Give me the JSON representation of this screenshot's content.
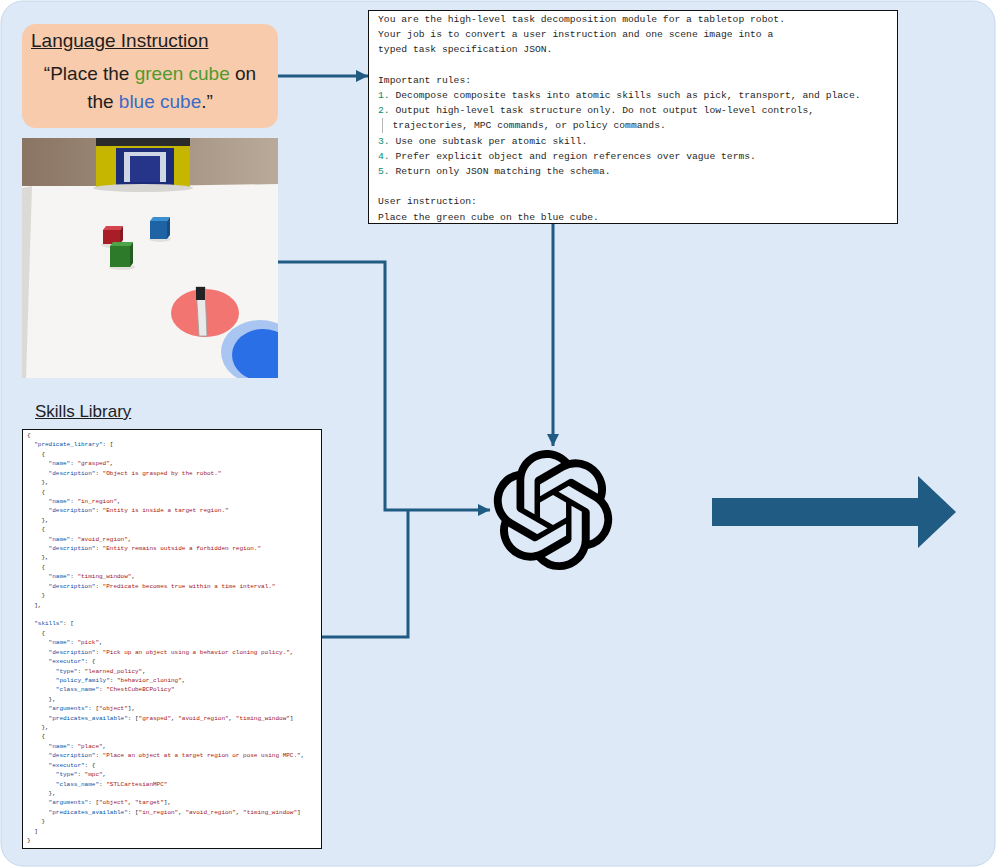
{
  "diagram": {
    "nodes": [
      {
        "text": [
          "Language Instruction",
          "“Place the green cube on the blue cube.”"
        ]
      },
      {
        "text": [
          "You are the high-level task decomposition module for a tabletop robot.",
          "Your job is to convert a user instruction and one scene image into a",
          "typed task specification JSON.",
          "Important rules:",
          "1.",
          "Decompose composite tasks into atomic skills such as pick, transport, and place.",
          "2.",
          "Output high-level task structure only. Do not output low-level controls,",
          "trajectories, MPC commands, or policy commands.",
          "3.",
          "Use one subtask per atomic skill.",
          "4.",
          "Prefer explicit object and region references over vague terms.",
          "5.",
          "Return only JSON matching the schema.",
          "User instruction:",
          "Place the green cube on the blue cube."
        ]
      },
      {
        "text": [
          "Skills Library",
          "{",
          "\"predicate_library\": [",
          "{",
          "\"name\": \"grasped\",",
          "\"description\": \"Object is grasped by the robot.\"",
          "},",
          "{",
          "\"name\": \"in_region\",",
          "\"description\": \"Entity is inside a target region.\"",
          "},",
          "{",
          "\"name\": \"avoid_region\",",
          "\"description\": \"Entity remains outside a forbidden region.\"",
          "},",
          "{",
          "\"name\": \"timing_window\",",
          "\"description\": \"Predicate becomes true within a time interval.\"",
          "}",
          "],",
          "\"skills\": [",
          "{",
          "\"name\": \"pick\",",
          "\"description\": \"Pick up an object using a behavior cloning policy.\",",
          "\"executor\": {",
          "\"type\": \"learned_policy\",",
          "\"policy_family\": \"behavior_cloning\",",
          "\"class_name\": \"ChestCubeBCPolicy\"",
          "},",
          "\"arguments\": [\"object\"],",
          "\"predicates_available\": [\"grasped\", \"avoid_region\", \"timing_window\"]",
          "},",
          "{",
          "\"name\": \"place\",",
          "\"description\": \"Place an object at a target region or pose using MPC.\",",
          "\"executor\": {",
          "\"type\": \"mpc\",",
          "\"class_name\": \"STLCartesianMPC\"",
          "},",
          "\"arguments\": [\"object\", \"target\"],",
          "\"predicates_available\": [\"in_region\", \"avoid_region\", \"timing_window\"]",
          "}",
          "]",
          "}"
        ]
      }
    ],
    "edges": [
      {
        "from": 0,
        "to": 1,
        "arrow": "to"
      }
    ]
  }
}
